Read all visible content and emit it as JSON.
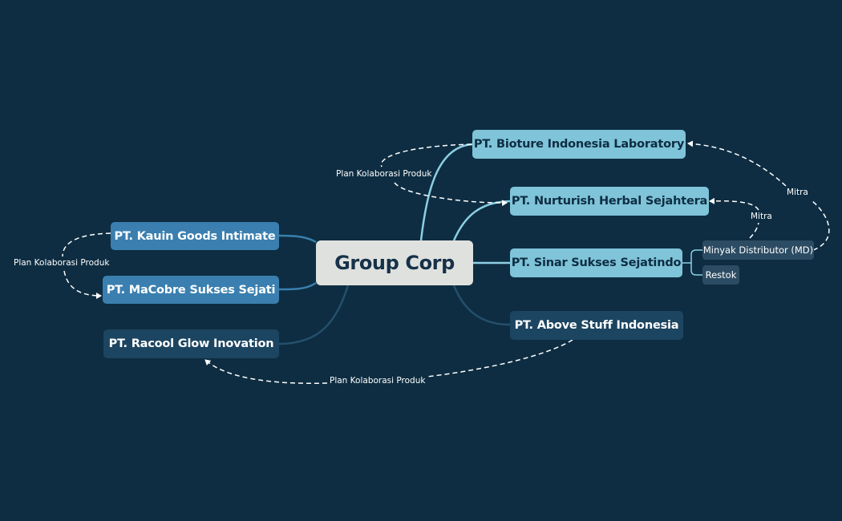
{
  "diagram": {
    "root": "Group Corp",
    "right_branches": [
      "PT. Bioture Indonesia Laboratory",
      "PT. Nurturish Herbal Sejahtera",
      "PT. Sinar Sukses Sejatindo",
      "PT. Above Stuff Indonesia"
    ],
    "left_branches": [
      "PT. Kauin Goods Intimate",
      "PT. MaCobre Sukses Sejati",
      "PT. Racool Glow Inovation"
    ],
    "sinar_children": [
      "Minyak Distributor (MD)",
      "Restok"
    ],
    "relationship_labels": {
      "plan_kolaborasi": "Plan Kolaborasi Produk",
      "mitra": "Mitra"
    }
  },
  "colors": {
    "background": "#0e2d42",
    "root_fill": "#dfe1de",
    "light_fill": "#7fc4d9",
    "mid_fill": "#3a7faf",
    "dark_fill": "#1c4561",
    "connector_light": "#8ccfe3",
    "connector_mid": "#3a7faf",
    "connector_dark": "#24506c",
    "relationship_line": "#ffffff"
  }
}
